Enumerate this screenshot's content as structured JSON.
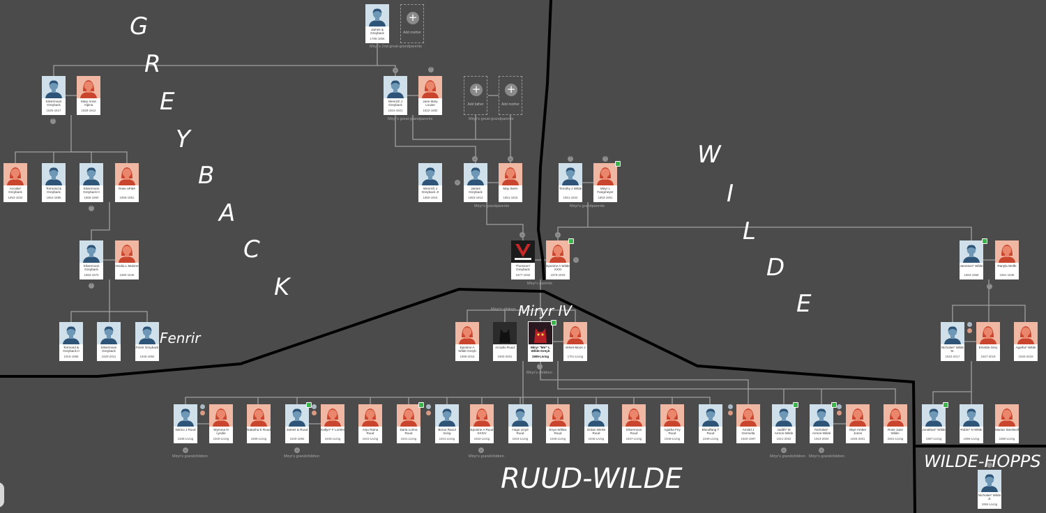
{
  "labels": {
    "greyback": [
      "G",
      "R",
      "E",
      "Y",
      "B",
      "A",
      "C",
      "K"
    ],
    "wilde": [
      "W",
      "I",
      "L",
      "D",
      "E"
    ],
    "fenrir": "Fenrir",
    "miryr": "Miryr IV",
    "ruud_wilde": "RUUD-WILDE",
    "wilde_hopps": "WILDE-HOPPS"
  },
  "relations": {
    "great2": "Miryr's 2nd great-grandparents",
    "great_left": "Miryr's great-grandparents",
    "great_right": "Miryr's great-grandparents",
    "grand_left": "Miryr's grandparents",
    "grand_right": "Miryr's grandparents",
    "parents": "Miryr's parents",
    "siblings": "Miryr's siblings",
    "children": "Miryr's children",
    "gc1": "Miryr's grandchildren",
    "gc2": "Miryr's grandchildren",
    "gc3": "Miryr's grandchildren",
    "gc4": "Miryr's grandchildren",
    "gc5": "Miryr's grandchildren"
  },
  "add_cards": {
    "add_mother_top": "Add mother",
    "add_father": "Add father",
    "add_mother": "Add mother"
  },
  "colors": {
    "background": "#4b4b4b",
    "male_photo": "#cfe0ea",
    "female_photo": "#f0b7a2",
    "connector": "#a0a0a0",
    "border_line": "#000000",
    "badge": "#3bb54a"
  },
  "people": [
    {
      "id": "james_sr",
      "name": "James & Greyback",
      "dates": "1795-1856",
      "sex": "m"
    },
    {
      "id": "silvermoon_sr",
      "name": "Silvermoon Greyback",
      "dates": "1825-1917",
      "sex": "m"
    },
    {
      "id": "mary_anne",
      "name": "Mary Anne Alpina",
      "dates": "1828-1912",
      "sex": "f"
    },
    {
      "id": "wenrich_sr",
      "name": "Wenrich J Greyback",
      "dates": "1824-1921",
      "sex": "m"
    },
    {
      "id": "jane_mary",
      "name": "Jane Mary Louise",
      "dates": "1822-1882",
      "sex": "f"
    },
    {
      "id": "accalia",
      "name": "Accalia* Greyback",
      "dates": "1853-1932",
      "sex": "f"
    },
    {
      "id": "tormond_sr",
      "name": "Tormond & Greyback",
      "dates": "1854-1886",
      "sex": "m"
    },
    {
      "id": "silvermoon_ii",
      "name": "Silvermoon Greyback II",
      "dates": "1858-1950",
      "sex": "m"
    },
    {
      "id": "rose",
      "name": "Rose aPalé",
      "dates": "1859-1951",
      "sex": "f"
    },
    {
      "id": "wenrich_jr",
      "name": "Wenrich J Greyback Jr",
      "dates": "1850-1915",
      "sex": "m"
    },
    {
      "id": "james_g",
      "name": "James Greyback",
      "dates": "1853-1914",
      "sex": "m"
    },
    {
      "id": "may",
      "name": "May Ilvern",
      "dates": "1851-1915",
      "sex": "f"
    },
    {
      "id": "timothy",
      "name": "Timothy J Wilde",
      "dates": "1851-1942",
      "sex": "m"
    },
    {
      "id": "miryr_l",
      "name": "Miryr L Fangmeyer",
      "dates": "1853-1951",
      "sex": "f"
    },
    {
      "id": "silvermoon_iii",
      "name": "Silvermoon Greyback",
      "dates": "1883-1970",
      "sex": "m"
    },
    {
      "id": "ovidia",
      "name": "Ovidia L Malone",
      "dates": "1890-1946",
      "sex": "f"
    },
    {
      "id": "thomson",
      "name": "Thomson* Greyback",
      "dates": "1877-1932",
      "sex": "m"
    },
    {
      "id": "eponine_xxxi",
      "name": "Eponine A Wilde XXXI",
      "dates": "1879-1933",
      "sex": "f"
    },
    {
      "id": "jameson",
      "name": "Jameson* Wilde",
      "dates": "1883-1959",
      "sex": "m"
    },
    {
      "id": "ranyla",
      "name": "Ranyla Wolfe",
      "dates": "1891-1935",
      "sex": "f"
    },
    {
      "id": "tormond_ii",
      "name": "Tormond & Greyback II",
      "dates": "1915-1999",
      "sex": "m"
    },
    {
      "id": "silvermoon_iv",
      "name": "Silvermoon Greyback",
      "dates": "1920-2011",
      "sex": "m"
    },
    {
      "id": "fenrir",
      "name": "Fenrir Greyback",
      "dates": "1945-1992",
      "sex": "m"
    },
    {
      "id": "eponine_wg",
      "name": "Eponine A Wilde-Greyb",
      "dates": "1899-2015",
      "sex": "f"
    },
    {
      "id": "arcadio",
      "name": "Arcadio Ruud",
      "dates": "1900-2001",
      "sex": "m"
    },
    {
      "id": "miryr",
      "name": "Miryr \"Mir\" L Wilde-Greyb",
      "dates": "1905-Living",
      "sex": "m"
    },
    {
      "id": "velvet",
      "name": "Velvet-Moon J",
      "dates": "1701-Living",
      "sex": "f"
    },
    {
      "id": "nicholas_sr",
      "name": "Nicholas* Wilde Sr.",
      "dates": "1922-2017",
      "sex": "m"
    },
    {
      "id": "emelda",
      "name": "Emelda Grey",
      "dates": "1927-2019",
      "sex": "f"
    },
    {
      "id": "agatha_w",
      "name": "Agatha* Wilde",
      "dates": "1930-2019",
      "sex": "f"
    },
    {
      "id": "norico",
      "name": "Norico J Ruud",
      "dates": "1938-Living",
      "sex": "m"
    },
    {
      "id": "wynona",
      "name": "Wynona N Lyndie",
      "dates": "1940-Living",
      "sex": "f"
    },
    {
      "id": "natasha",
      "name": "Natasha E Ruud",
      "dates": "1939-Living",
      "sex": "f"
    },
    {
      "id": "james_r",
      "name": "James & Ruud",
      "dates": "1940-1992",
      "sex": "m"
    },
    {
      "id": "katlyn",
      "name": "Katlyn* F Lorelei",
      "dates": "1940-Living",
      "sex": "f"
    },
    {
      "id": "anju",
      "name": "Anju Raina Ruud",
      "dates": "1941-Living",
      "sex": "f"
    },
    {
      "id": "daria",
      "name": "Daria Lorina Ruud",
      "dates": "1941-Living",
      "sex": "f"
    },
    {
      "id": "borus",
      "name": "Borus Raoul Irving",
      "dates": "1941-Living",
      "sex": "m"
    },
    {
      "id": "eponine_xxxiv",
      "name": "Eponine A Ruud XXXIV",
      "dates": "1942-Living",
      "sex": "f"
    },
    {
      "id": "hugo",
      "name": "Hugo Lloyd Ruud",
      "dates": "1944-Living",
      "sex": "m"
    },
    {
      "id": "enya",
      "name": "Enya Willow Ruud",
      "dates": "1945-Living",
      "sex": "f"
    },
    {
      "id": "ordan",
      "name": "Ordan Weiss Ruud",
      "dates": "1946-Living",
      "sex": "m"
    },
    {
      "id": "silvermoon_r",
      "name": "Silvermoon Ruud",
      "dates": "1947-Living",
      "sex": "f"
    },
    {
      "id": "agatha_f",
      "name": "Agatha Fey Ruud",
      "dates": "1948-Living",
      "sex": "f"
    },
    {
      "id": "bloodfang",
      "name": "Bloodfang T Ruud",
      "dates": "1949-Living",
      "sex": "m"
    },
    {
      "id": "arnold",
      "name": "Arnold J Gremolta",
      "dates": "1920-1997",
      "sex": "f"
    },
    {
      "id": "judith",
      "name": "Judith* M Armon-Wilde",
      "dates": "1921-2002",
      "sex": "m"
    },
    {
      "id": "nicholas_aw",
      "name": "Nicholas* Armon-Wilde",
      "dates": "1923-2004",
      "sex": "m"
    },
    {
      "id": "skye",
      "name": "Skye Amber Jones",
      "dates": "1926-2001",
      "sex": "f"
    },
    {
      "id": "rose_jane",
      "name": "Rose Jane Wilde-",
      "dates": "2001-Living",
      "sex": "f"
    },
    {
      "id": "jonathan",
      "name": "Jonathan* Wilde",
      "dates": "1957-Living",
      "sex": "m"
    },
    {
      "id": "robin",
      "name": "Robin* N Wilde",
      "dates": "1959-Living",
      "sex": "m"
    },
    {
      "id": "marian",
      "name": "Marian Steelwolf",
      "dates": "1960-Living",
      "sex": "f"
    },
    {
      "id": "nicholas_jr",
      "name": "Nicholas* Wilde Jr.",
      "dates": "1994-Living",
      "sex": "m"
    }
  ]
}
